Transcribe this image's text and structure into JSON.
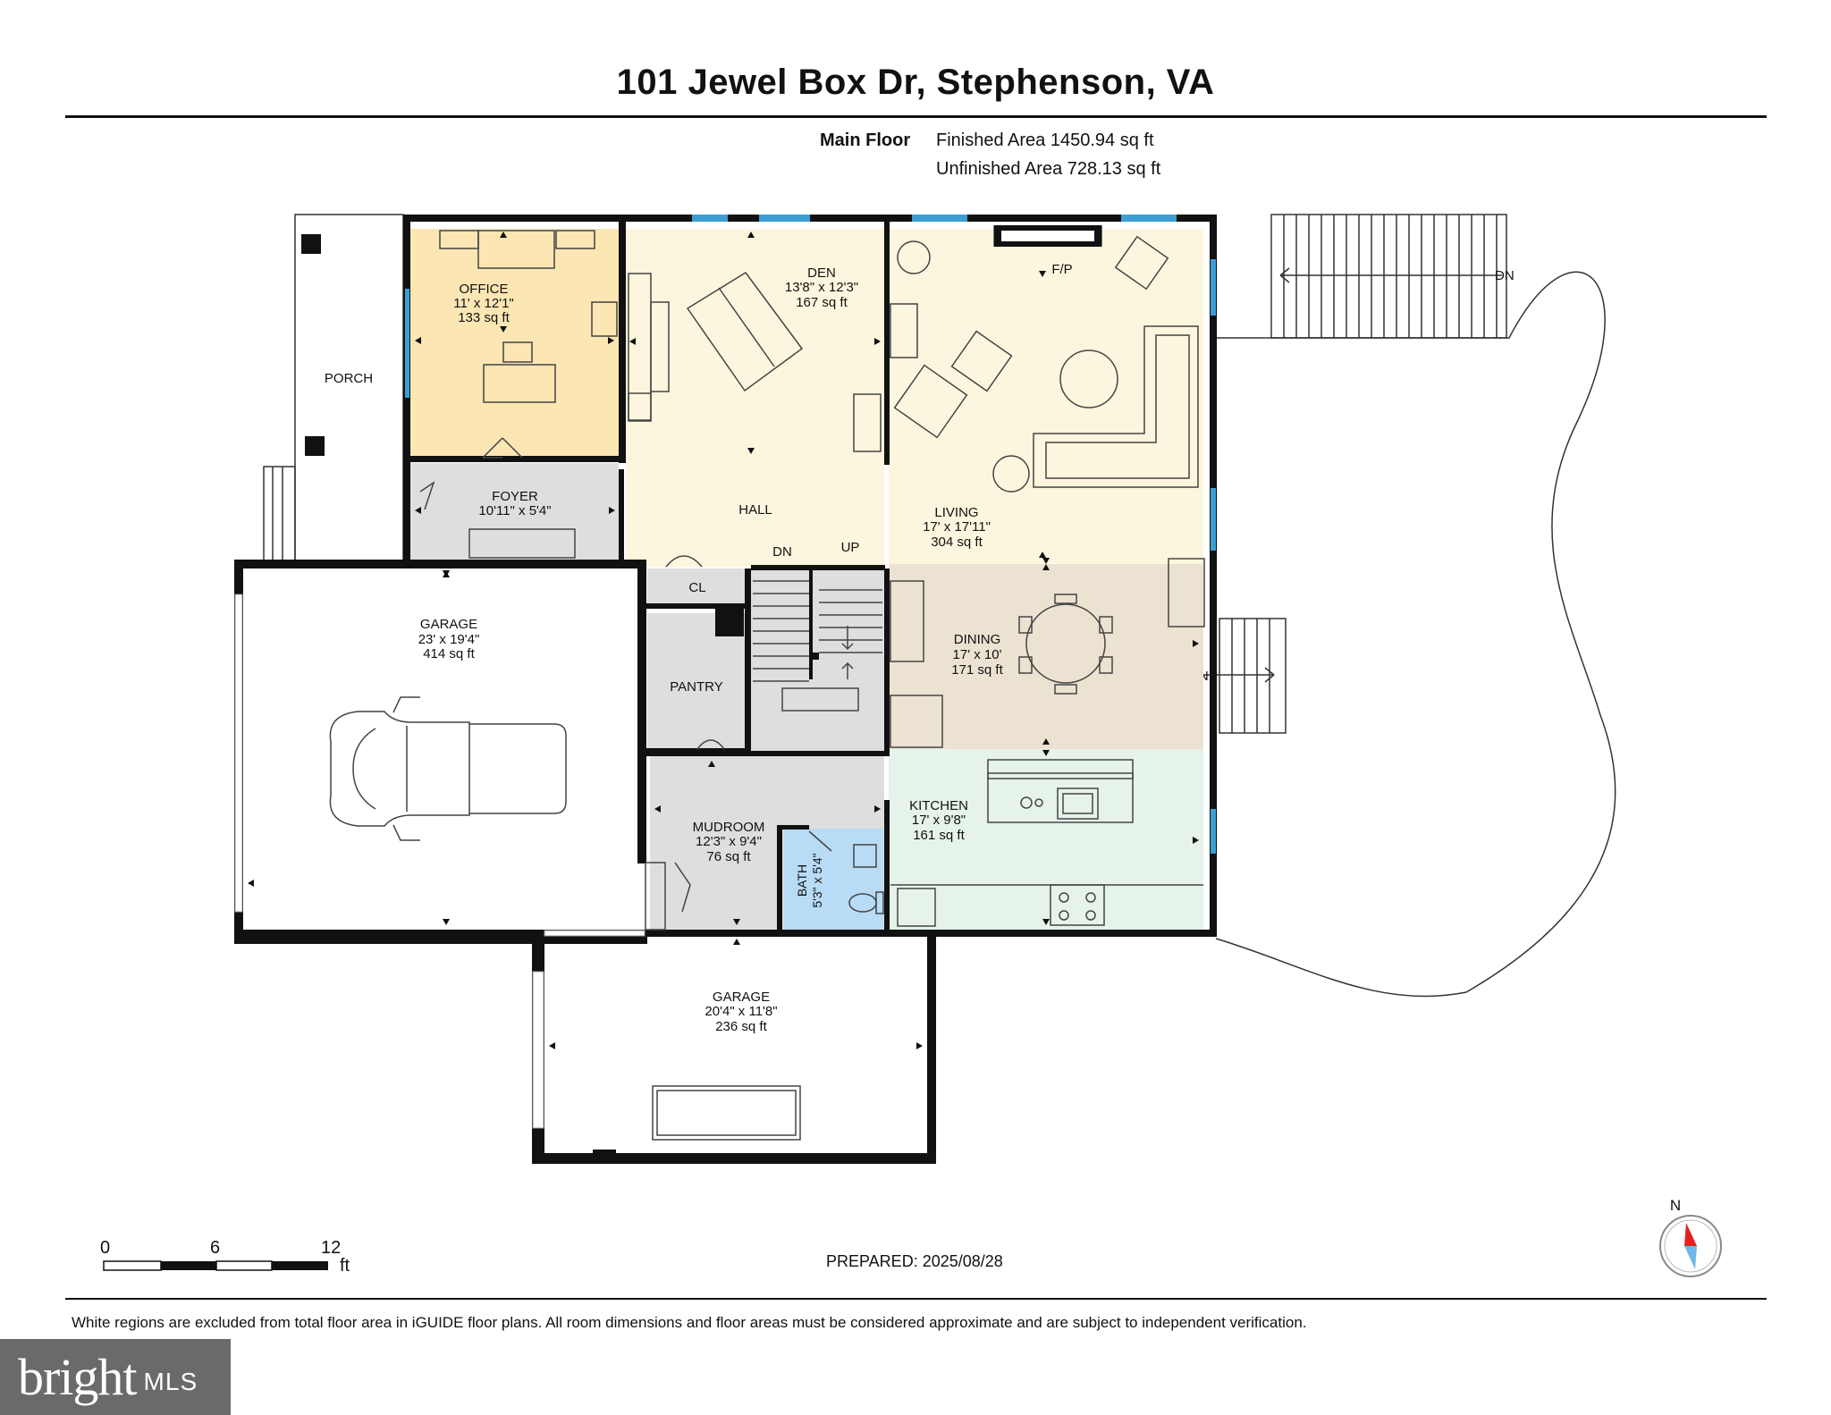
{
  "header": {
    "title": "101 Jewel Box Dr, Stephenson, VA"
  },
  "summary": {
    "floor_label": "Main Floor",
    "finished_area": "Finished Area 1450.94 sq ft",
    "unfinished_area": "Unfinished Area 728.13 sq ft"
  },
  "colors": {
    "office": "#fbe6b4",
    "warm_rooms": "#fdf6de",
    "dining": "#ece2d2",
    "kitchen": "#e6f3ea",
    "utility": "#dedede",
    "bath": "#b8dcf6",
    "window": "#3b9fd4",
    "wall": "#111111",
    "compass_red": "#e0221f",
    "compass_blue": "#6fb8e8"
  },
  "rooms": {
    "porch": {
      "name": "PORCH"
    },
    "office": {
      "name": "OFFICE",
      "dims": "11' x 12'1\"",
      "area": "133 sq ft"
    },
    "den": {
      "name": "DEN",
      "dims": "13'8\" x 12'3\"",
      "area": "167 sq ft"
    },
    "fp": {
      "name": "F/P"
    },
    "foyer": {
      "name": "FOYER",
      "dims": "10'11\" x 5'4\""
    },
    "hall": {
      "name": "HALL"
    },
    "living": {
      "name": "LIVING",
      "dims": "17' x 17'11\"",
      "area": "304 sq ft"
    },
    "cl": {
      "name": "CL"
    },
    "dn_stair": {
      "name": "DN"
    },
    "up_stair": {
      "name": "UP"
    },
    "garage_main": {
      "name": "GARAGE",
      "dims": "23' x 19'4\"",
      "area": "414 sq ft"
    },
    "pantry": {
      "name": "PANTRY"
    },
    "dining": {
      "name": "DINING",
      "dims": "17' x 10'",
      "area": "171 sq ft"
    },
    "dn_deck": {
      "name": "DN"
    },
    "dn_right": {
      "name": "DN"
    },
    "kitchen": {
      "name": "KITCHEN",
      "dims": "17' x 9'8\"",
      "area": "161 sq ft"
    },
    "mudroom": {
      "name": "MUDROOM",
      "dims": "12'3\" x 9'4\"",
      "area": "76 sq ft"
    },
    "bath": {
      "name": "BATH",
      "dims": "5'3\" x 5'4\""
    },
    "garage_lower": {
      "name": "GARAGE",
      "dims": "20'4\" x 11'8\"",
      "area": "236 sq ft"
    }
  },
  "scale_bar": {
    "labels": [
      "0",
      "6",
      "12"
    ],
    "unit": "ft"
  },
  "compass": {
    "label": "N"
  },
  "prepared": "PREPARED: 2025/08/28",
  "disclaimer": "White regions are excluded from total floor area in iGUIDE floor plans. All room dimensions and floor areas must be considered approximate and are subject to independent verification.",
  "logo": {
    "word": "bright",
    "suffix": "MLS"
  }
}
